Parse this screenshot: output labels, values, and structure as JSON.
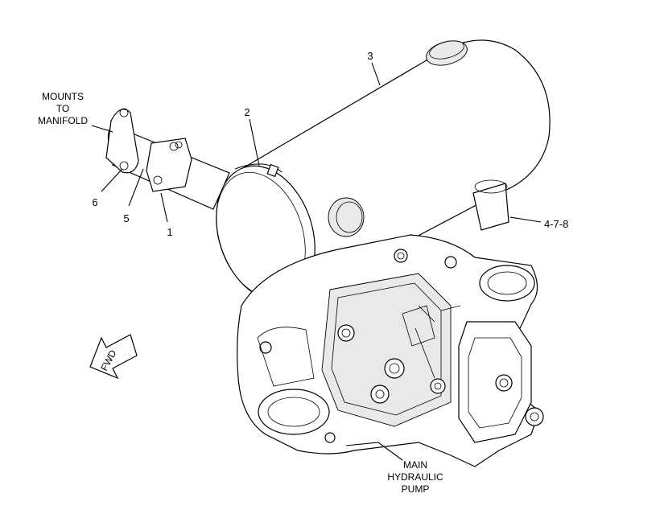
{
  "labels": {
    "mounts_line1": "MOUNTS",
    "mounts_line2": "TO",
    "mounts_line3": "MANIFOLD",
    "pump_line1": "MAIN",
    "pump_line2": "HYDRAULIC",
    "pump_line3": "PUMP",
    "fwd": "FWD"
  },
  "callouts": {
    "c1": "1",
    "c2": "2",
    "c3": "3",
    "c5": "5",
    "c6": "6",
    "c478": "4-7-8"
  }
}
